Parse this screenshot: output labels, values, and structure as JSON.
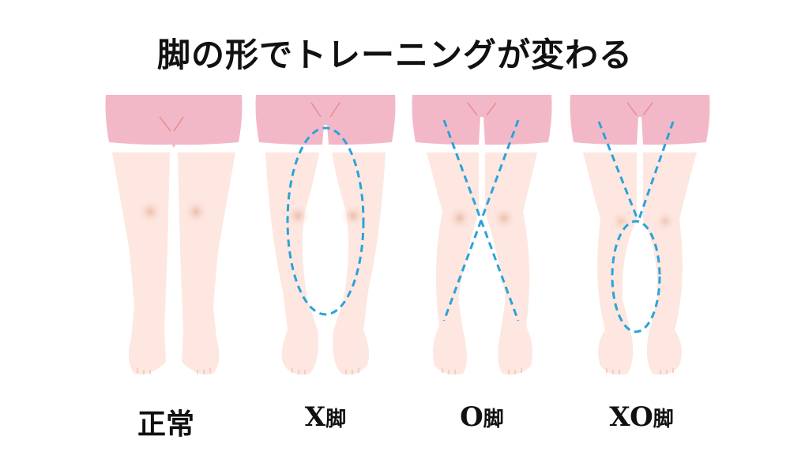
{
  "title": "脚の形でトレーニングが変わる",
  "colors": {
    "shorts": "#f3b8c8",
    "skin": "#fde7e0",
    "knee": "#efc1b0",
    "guide": "#2aa3d8",
    "text": "#111111"
  },
  "figures": [
    {
      "id": "normal",
      "label_latin": "",
      "label_kanji": "正常",
      "overlay": "none"
    },
    {
      "id": "x-leg",
      "label_latin": "X",
      "label_kanji": "脚",
      "overlay": "ellipse-full"
    },
    {
      "id": "o-leg",
      "label_latin": "O",
      "label_kanji": "脚",
      "overlay": "cross"
    },
    {
      "id": "xo-leg",
      "label_latin": "XO",
      "label_kanji": "脚",
      "overlay": "cross-upper-ellipse-lower"
    }
  ]
}
